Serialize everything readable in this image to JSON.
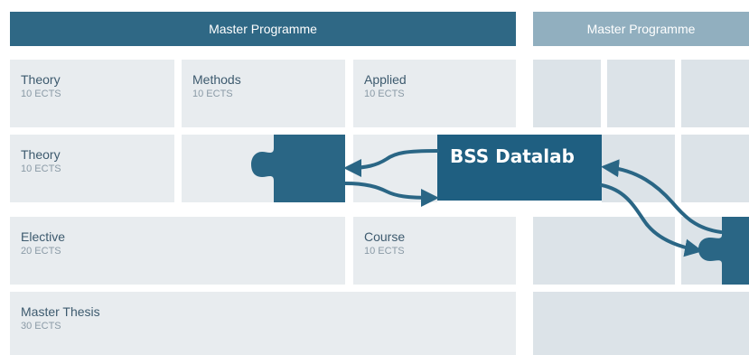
{
  "header": {
    "left_title": "Master Programme",
    "right_title": "Master Programme"
  },
  "cells": {
    "theory_1": {
      "title": "Theory",
      "sub": "10 ECTS"
    },
    "methods": {
      "title": "Methods",
      "sub": "10 ECTS"
    },
    "applied": {
      "title": "Applied",
      "sub": "10 ECTS"
    },
    "theory_2": {
      "title": "Theory",
      "sub": "10 ECTS"
    },
    "elective": {
      "title": "Elective",
      "sub": "20 ECTS"
    },
    "course": {
      "title": "Course",
      "sub": "10 ECTS"
    },
    "thesis": {
      "title": "Master Thesis",
      "sub": "30 ECTS"
    }
  },
  "datalab": {
    "label": "BSS Datalab"
  },
  "colors": {
    "header_dark": "#2f6885",
    "header_light": "#91afbf",
    "cell": "#e8ecef",
    "cell_faded": "#dce3e8",
    "accent": "#1f5f81",
    "arrow": "#2a6685",
    "title_text": "#3d5a6e",
    "sub_text": "#8a9aa6"
  }
}
